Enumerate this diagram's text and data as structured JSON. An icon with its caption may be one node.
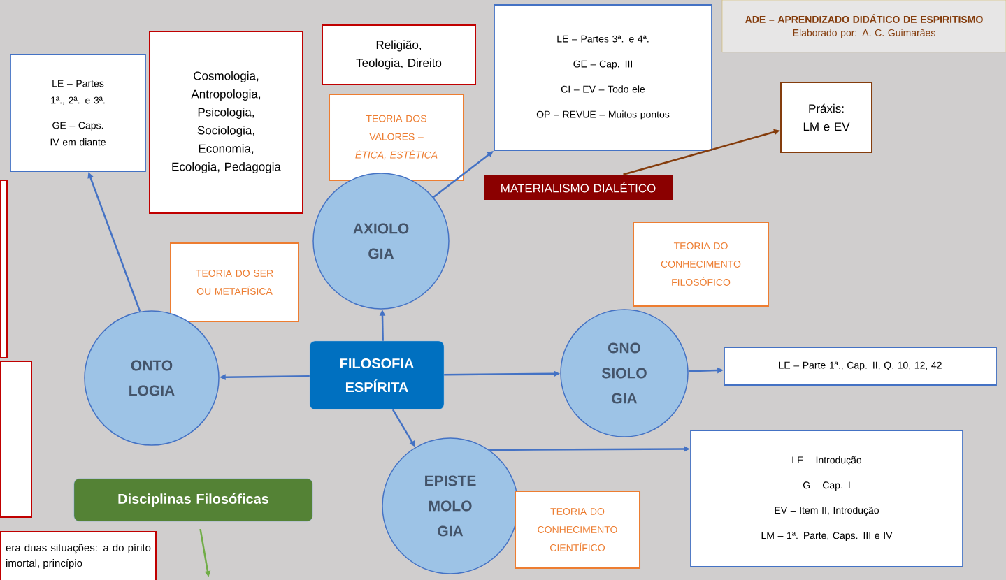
{
  "diagram": {
    "nodes": [
      {
        "text": [
          "ADE – APRENDIZADO DIDÁTICO DE ESPIRITISMO",
          "Elaborado por: A. C. Guimarães"
        ]
      },
      {
        "text": [
          "LE – Partes 1ª., 2ª. e 3ª.",
          "GE – Caps. IV em diante"
        ]
      },
      {
        "text": [
          "Cosmologia, Antropologia, Psicologia, Sociologia, Economia, Ecologia, Pedagogia"
        ]
      },
      {
        "text": [
          "Religião, Teologia, Direito"
        ]
      },
      {
        "text": [
          "TEORIA DOS VALORES – *ÉTICA, ESTÉTICA*"
        ]
      },
      {
        "text": [
          "LE – Partes 3ª. e 4ª.",
          "GE – Cap. III",
          "CI – EV – Todo ele",
          "OP – REVUE – Muitos pontos"
        ]
      },
      {
        "text": [
          "Práxis: LM e EV"
        ]
      },
      {
        "text": [
          "MATERIALISMO DIALÉTICO"
        ]
      },
      {
        "text": [],
        "shape": "box"
      },
      {
        "text": [],
        "shape": "box"
      },
      {
        "text": [
          "AXIOLO GIA"
        ]
      },
      {
        "text": [
          "TEORIA DO SER OU METAFÍSICA"
        ]
      },
      {
        "text": [
          "TEORIA DO CONHECIMENTO FILOSÓFICO"
        ]
      },
      {
        "text": [
          "ONTO LOGIA"
        ]
      },
      {
        "text": [
          "FILOSOFIA ESPÍRITA"
        ]
      },
      {
        "text": [
          "GNO SIOLO GIA"
        ]
      },
      {
        "text": [
          "LE – Parte 1ª., Cap. II, Q. 10, 12, 42"
        ]
      },
      {
        "text": [
          "EPISTE MOLO GIA"
        ]
      },
      {
        "text": [
          "LE – Introdução",
          "G – Cap. I",
          "EV – Item II, Introdução",
          "LM – 1ª. Parte, Caps. III e IV"
        ]
      },
      {
        "text": [
          "Disciplinas Filosóficas"
        ]
      },
      {
        "text": [
          "TEORIA DO CONHECIMENTO CIENTÍFICO"
        ]
      },
      {
        "text": [
          "era duas situações: a do pírito imortal, princípio"
        ]
      }
    ],
    "edges": [
      {
        "from": 14,
        "to": 13,
        "arrow": "to"
      },
      {
        "from": 14,
        "to": 10,
        "arrow": "to"
      },
      {
        "from": 14,
        "to": 15,
        "arrow": "to"
      },
      {
        "from": 14,
        "to": 17,
        "arrow": "to"
      },
      {
        "from": 13,
        "to": 1,
        "arrow": "to"
      },
      {
        "from": 10,
        "to": 5,
        "arrow": "to"
      },
      {
        "from": 15,
        "to": 16,
        "arrow": "to"
      },
      {
        "from": 17,
        "to": 18,
        "arrow": "to"
      },
      {
        "from": 7,
        "to": 6,
        "arrow": "to",
        "color": "#843c0c"
      },
      {
        "from": 19,
        "to": null,
        "arrow": "to",
        "color": "#70ad47"
      }
    ]
  }
}
